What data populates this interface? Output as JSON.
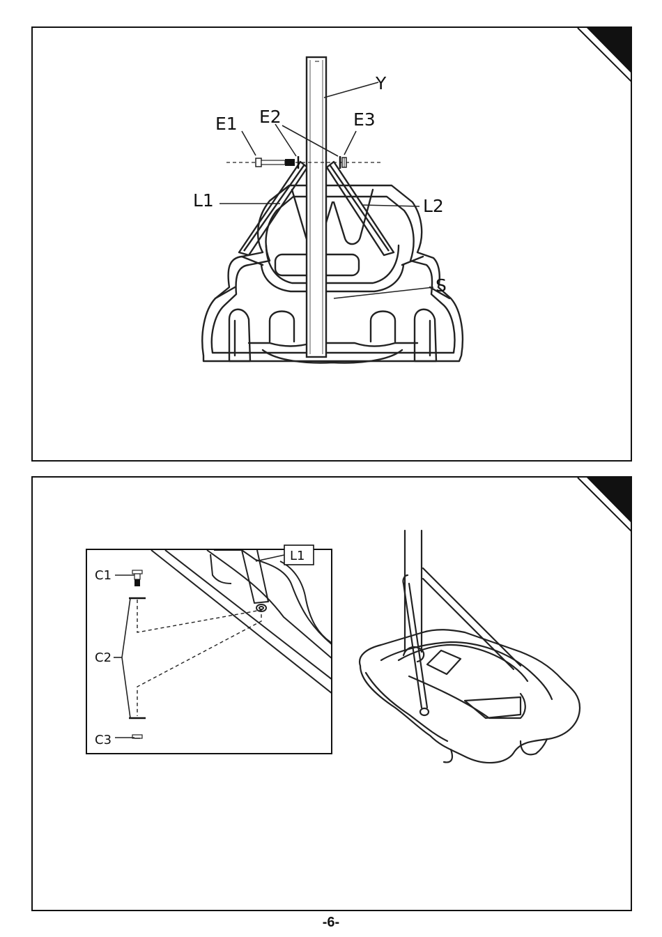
{
  "figure1": {
    "labels": {
      "Y": "Y",
      "E1": "E1",
      "E2": "E2",
      "E3": "E3",
      "L1": "L1",
      "L2": "L2",
      "S": "S"
    }
  },
  "figure2": {
    "labels": {
      "L1": "L1",
      "C1": "C1",
      "C2": "C2",
      "C3": "C3"
    }
  },
  "page": {
    "number": "-6-"
  }
}
